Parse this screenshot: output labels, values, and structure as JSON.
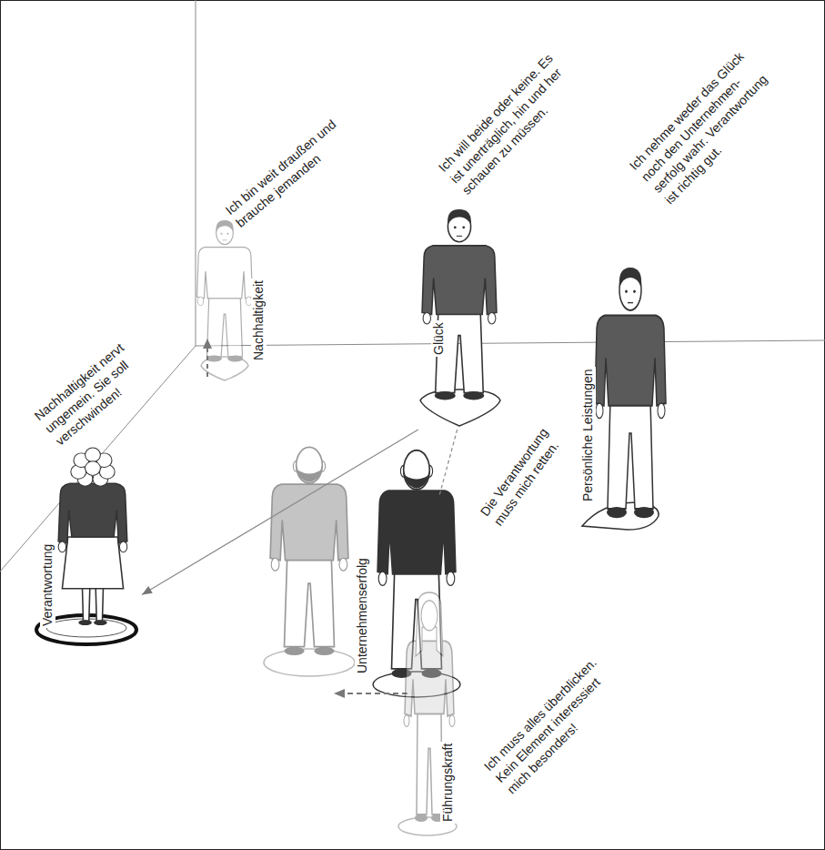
{
  "diagram": {
    "nodes": [
      {
        "text": [
          "Nachhaltigkeit"
        ]
      },
      {
        "text": [
          "Glück"
        ]
      },
      {
        "text": [
          "Persönliche Leistungen"
        ]
      },
      {
        "text": [
          "Verantwortung"
        ]
      },
      {
        "text": [
          "Unternehmenserfolg"
        ]
      },
      {
        "text": [
          "Führungskraft"
        ]
      }
    ],
    "edges": [
      {
        "from": 1,
        "to": 3,
        "arrow": "to"
      },
      {
        "from": 1,
        "to": 4,
        "arrow": "none"
      }
    ],
    "labels": [
      "Ich bin weit draußen und brauche jemanden",
      "Ich will beide oder keine. Es ist unerträglich, hin und her schauen zu müssen.",
      "Ich nehme weder das Glück noch den Unternehmen- serfolg wahr. Verantwortung ist richtig gut.",
      "Nachhaltigkeit nervt ungemein. Sie soll verschwinden!",
      "Die Verantwortung muss mich retten.",
      "Ich muss alles überblicken. Kein Element interessiert mich besonders!"
    ]
  }
}
